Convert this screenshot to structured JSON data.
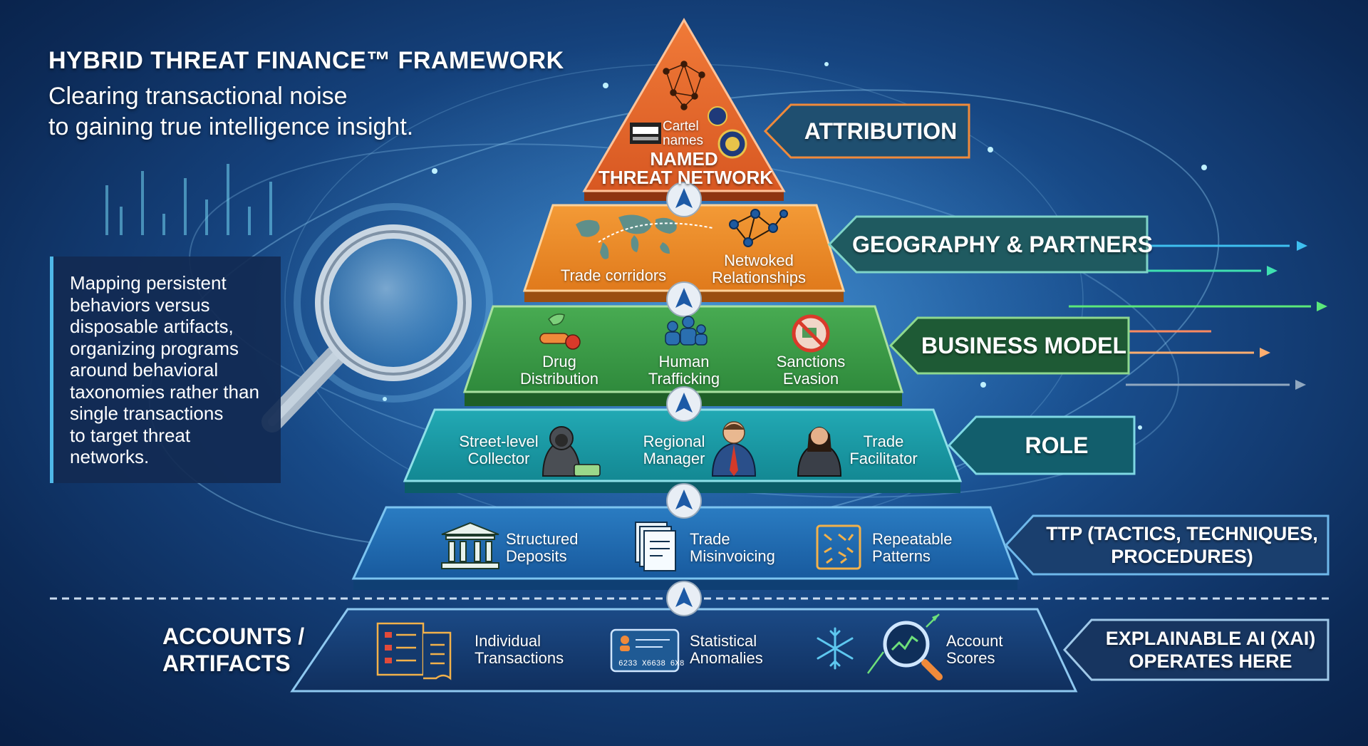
{
  "header": {
    "title": "HYBRID THREAT FINANCE™ FRAMEWORK",
    "subtitle_lines": [
      "Clearing  transactional noise",
      "to gaining true intelligence insight."
    ]
  },
  "note": {
    "lines": [
      "Mapping persistent",
      "behaviors versus",
      "disposable artifacts,",
      "organizing programs",
      "around behavioral",
      "taxonomies rather than",
      "single transactions",
      "to target threat",
      "networks."
    ]
  },
  "artifacts_label": [
    "ACCOUNTS /",
    "ARTIFACTS"
  ],
  "tiers": {
    "attribution": {
      "banner": "ATTRIBUTION",
      "heading": [
        "NAMED",
        "THREAT NETWORK"
      ],
      "cartel": [
        "Cartel",
        "names"
      ],
      "color": "#e0642a"
    },
    "geography": {
      "banner": "GEOGRAPHY & PARTNERS",
      "items": [
        {
          "lines": [
            "Trade corridors"
          ],
          "icon": "world-map-icon"
        },
        {
          "lines": [
            "Netwoked",
            "Relationships"
          ],
          "icon": "network-icon"
        }
      ],
      "color": "#f08a26"
    },
    "business": {
      "banner": "BUSINESS MODEL",
      "items": [
        {
          "lines": [
            "Drug",
            "Distribution"
          ],
          "icon": "drug-icon"
        },
        {
          "lines": [
            "Human",
            "Trafficking"
          ],
          "icon": "people-icon"
        },
        {
          "lines": [
            "Sanctions",
            "Evasion"
          ],
          "icon": "prohibited-icon"
        }
      ],
      "color": "#3a9a46"
    },
    "role": {
      "banner": "ROLE",
      "items": [
        {
          "lines": [
            "Street-level",
            "Collector"
          ],
          "icon": "hooded-person-icon"
        },
        {
          "lines": [
            "Regional",
            "Manager"
          ],
          "icon": "manager-icon"
        },
        {
          "lines": [
            "Trade",
            "Facilitator"
          ],
          "icon": "woman-icon"
        }
      ],
      "color": "#169aa5"
    },
    "ttp": {
      "banner": [
        "TTP (TACTICS, TECHNIQUES,",
        "PROCEDURES)"
      ],
      "items": [
        {
          "lines": [
            "Structured",
            "Deposits"
          ],
          "icon": "bank-icon"
        },
        {
          "lines": [
            "Trade",
            "Misinvoicing"
          ],
          "icon": "document-icon"
        },
        {
          "lines": [
            "Repeatable",
            "Patterns"
          ],
          "icon": "pattern-icon"
        }
      ],
      "color": "#1d68ad"
    },
    "accounts": {
      "banner": [
        "EXPLAINABLE AI (XAI)",
        "OPERATES HERE"
      ],
      "items": [
        {
          "lines": [
            "Individual",
            "Transactions"
          ],
          "icon": "ledger-icon"
        },
        {
          "lines": [
            "Statistical",
            "Anomalies"
          ],
          "icon": "card-icon"
        },
        {
          "lines": [
            "Account",
            "Scores"
          ],
          "icon": "magnifier-chart-icon"
        }
      ],
      "card_number": "6233 X6638 6X8",
      "color": "#143d73"
    }
  },
  "colors": {
    "accent_cyan": "#4fb8e8",
    "arrow_blue": "#1d5aa6",
    "banner_fill": "#1f4f70"
  }
}
